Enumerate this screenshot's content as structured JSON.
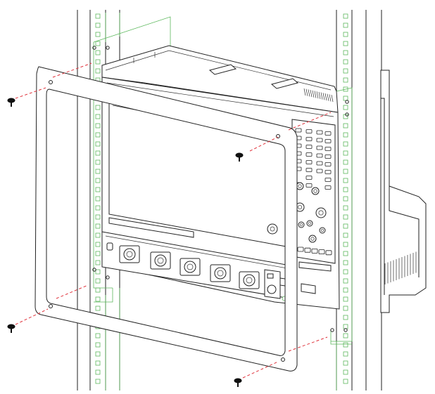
{
  "figure": {
    "subject": "oscilloscope-rack-mount-installation",
    "colors": {
      "rack_outline": "#5cb85c",
      "guide_lines": "#e0313a",
      "line_art": "#222222",
      "background": "#ffffff"
    },
    "parts": [
      "rack-rails",
      "mounting-frame",
      "oscilloscope",
      "screws",
      "alignment-guides"
    ]
  }
}
